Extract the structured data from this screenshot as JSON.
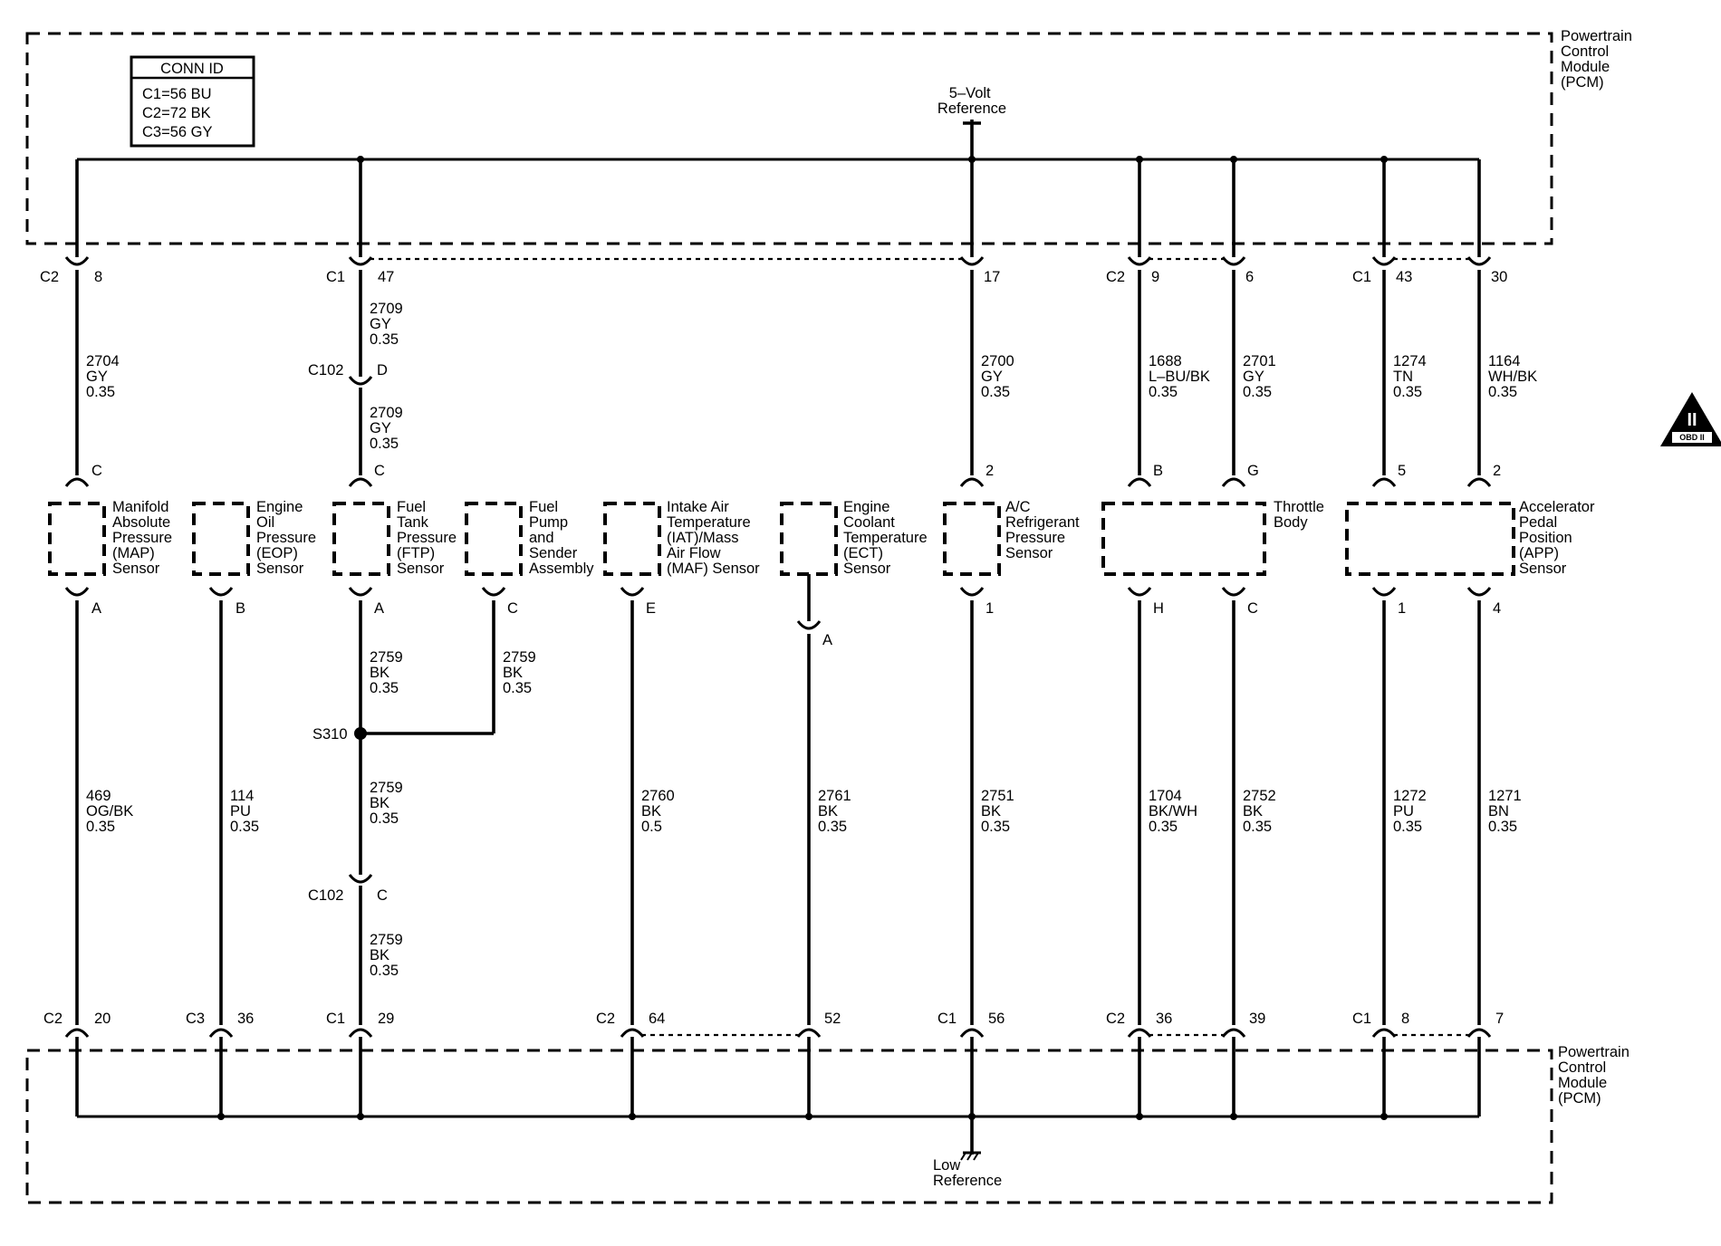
{
  "pcm_label": [
    "Powertrain",
    "Control",
    "Module",
    "(PCM)"
  ],
  "conn_id": {
    "title": "CONN ID",
    "rows": [
      "C1=56 BU",
      "C2=72 BK",
      "C3=56 GY"
    ]
  },
  "five_volt_reference": [
    "5–Volt",
    "Reference"
  ],
  "low_reference": [
    "Low",
    "Reference"
  ],
  "obd_badge": {
    "numeral": "II",
    "caption": "OBD II"
  },
  "splice": {
    "label": "S310"
  },
  "inline_connectors": [
    {
      "label": "C102",
      "pin": "D"
    },
    {
      "label": "C102",
      "pin": "C"
    }
  ],
  "components": [
    {
      "id": "map",
      "lines": [
        "Manifold",
        "Absolute",
        "Pressure",
        "(MAP)",
        "Sensor"
      ]
    },
    {
      "id": "eop",
      "lines": [
        "Engine",
        "Oil",
        "Pressure",
        "(EOP)",
        "Sensor"
      ]
    },
    {
      "id": "ftp",
      "lines": [
        "Fuel",
        "Tank",
        "Pressure",
        "(FTP)",
        "Sensor"
      ]
    },
    {
      "id": "fuel-pump",
      "lines": [
        "Fuel",
        "Pump",
        "and",
        "Sender",
        "Assembly"
      ]
    },
    {
      "id": "iat-maf",
      "lines": [
        "Intake Air",
        "Temperature",
        "(IAT)/Mass",
        "Air Flow",
        "(MAF) Sensor"
      ]
    },
    {
      "id": "ect",
      "lines": [
        "Engine",
        "Coolant",
        "Temperature",
        "(ECT)",
        "Sensor"
      ]
    },
    {
      "id": "ac",
      "lines": [
        "A/C",
        "Refrigerant",
        "Pressure",
        "Sensor"
      ]
    },
    {
      "id": "throttle",
      "lines": [
        "Throttle",
        "Body"
      ]
    },
    {
      "id": "app",
      "lines": [
        "Accelerator",
        "Pedal",
        "Position",
        "(APP)",
        "Sensor"
      ]
    }
  ],
  "top_pins": [
    {
      "conn": "C2",
      "pin": "8"
    },
    {
      "conn": "C1",
      "pin": "47"
    },
    {
      "conn": "",
      "pin": "17"
    },
    {
      "conn": "C2",
      "pin": "9"
    },
    {
      "conn": "",
      "pin": "6"
    },
    {
      "conn": "C1",
      "pin": "43"
    },
    {
      "conn": "",
      "pin": "30"
    }
  ],
  "top_wires": [
    [
      "2704",
      "GY",
      "0.35"
    ],
    [
      "2709",
      "GY",
      "0.35"
    ],
    [
      "2709",
      "GY",
      "0.35"
    ],
    [
      "2700",
      "GY",
      "0.35"
    ],
    [
      "1688",
      "L–BU/BK",
      "0.35"
    ],
    [
      "2701",
      "GY",
      "0.35"
    ],
    [
      "1274",
      "TN",
      "0.35"
    ],
    [
      "1164",
      "WH/BK",
      "0.35"
    ]
  ],
  "sensor_top_pins": [
    "C",
    "C",
    "2",
    "B",
    "G",
    "5",
    "2"
  ],
  "sensor_bottom_pins": [
    "A",
    "B",
    "A",
    "C",
    "E",
    "A",
    "1",
    "H",
    "C",
    "1",
    "4"
  ],
  "bottom_wires": [
    [
      "469",
      "OG/BK",
      "0.35"
    ],
    [
      "114",
      "PU",
      "0.35"
    ],
    [
      "2759",
      "BK",
      "0.35"
    ],
    [
      "2759",
      "BK",
      "0.35"
    ],
    [
      "2759",
      "BK",
      "0.35"
    ],
    [
      "2759",
      "BK",
      "0.35"
    ],
    [
      "2760",
      "BK",
      "0.5"
    ],
    [
      "2761",
      "BK",
      "0.35"
    ],
    [
      "2751",
      "BK",
      "0.35"
    ],
    [
      "1704",
      "BK/WH",
      "0.35"
    ],
    [
      "2752",
      "BK",
      "0.35"
    ],
    [
      "1272",
      "PU",
      "0.35"
    ],
    [
      "1271",
      "BN",
      "0.35"
    ]
  ],
  "bottom_pins": [
    {
      "conn": "C2",
      "pin": "20"
    },
    {
      "conn": "C3",
      "pin": "36"
    },
    {
      "conn": "C1",
      "pin": "29"
    },
    {
      "conn": "C2",
      "pin": "64"
    },
    {
      "conn": "",
      "pin": "52"
    },
    {
      "conn": "C1",
      "pin": "56"
    },
    {
      "conn": "C2",
      "pin": "36"
    },
    {
      "conn": "",
      "pin": "39"
    },
    {
      "conn": "C1",
      "pin": "8"
    },
    {
      "conn": "",
      "pin": "7"
    }
  ]
}
